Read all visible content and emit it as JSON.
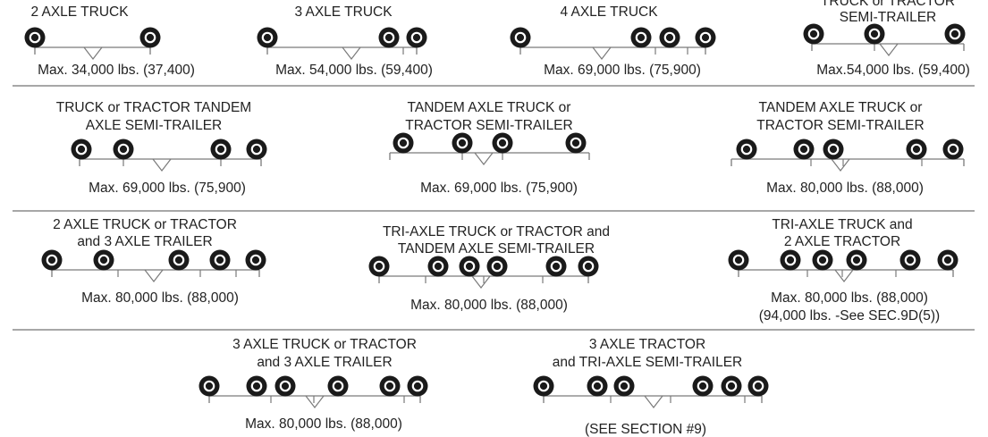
{
  "colors": {
    "ink": "#222222",
    "wheel": "#1a1a1a",
    "rule": "#8a8a8a",
    "bracket": "#7a7a7a"
  },
  "configs": [
    {
      "id": "2-axle-truck",
      "title": [
        "2 AXLE TRUCK"
      ],
      "caption": [
        "Max. 34,000 lbs. (37,400)"
      ]
    },
    {
      "id": "3-axle-truck",
      "title": [
        "3 AXLE TRUCK"
      ],
      "caption": [
        "Max. 54,000 lbs. (59,400)"
      ]
    },
    {
      "id": "4-axle-truck",
      "title": [
        "4 AXLE TRUCK"
      ],
      "caption": [
        "Max. 69,000 lbs. (75,900)"
      ]
    },
    {
      "id": "truck-or-tractor-semi-trailer",
      "title": [
        "TRUCK or TRACTOR",
        "SEMI-TRAILER"
      ],
      "caption": [
        "Max.54,000 lbs. (59,400)"
      ]
    },
    {
      "id": "truck-or-tractor-tandem-semi-trailer",
      "title": [
        "TRUCK or TRACTOR TANDEM",
        "AXLE SEMI-TRAILER"
      ],
      "caption": [
        "Max. 69,000 lbs. (75,900)"
      ]
    },
    {
      "id": "tandem-axle-truck-or-tractor-semi-trailer",
      "title": [
        "TANDEM AXLE TRUCK or",
        "TRACTOR SEMI-TRAILER"
      ],
      "caption": [
        "Max. 69,000 lbs. (75,900)"
      ]
    },
    {
      "id": "tandem-axle-truck-or-tractor-semi-trailer-2",
      "title": [
        "TANDEM AXLE TRUCK or",
        "TRACTOR SEMI-TRAILER"
      ],
      "caption": [
        "Max. 80,000 lbs. (88,000)"
      ]
    },
    {
      "id": "2-axle-truck-or-tractor-3-axle-trailer",
      "title": [
        "2 AXLE TRUCK or TRACTOR",
        "and 3 AXLE TRAILER"
      ],
      "caption": [
        "Max. 80,000 lbs. (88,000)"
      ]
    },
    {
      "id": "tri-axle-truck-or-tractor-tandem-semi-trailer",
      "title": [
        "TRI-AXLE TRUCK or TRACTOR and",
        "TANDEM AXLE SEMI-TRAILER"
      ],
      "caption": [
        "Max. 80,000 lbs. (88,000)"
      ]
    },
    {
      "id": "tri-axle-truck-and-2-axle-tractor",
      "title": [
        "TRI-AXLE TRUCK and",
        "2 AXLE TRACTOR"
      ],
      "caption": [
        "Max. 80,000 lbs. (88,000)",
        "(94,000 lbs. -See SEC.9D(5))"
      ]
    },
    {
      "id": "3-axle-truck-or-tractor-3-axle-trailer",
      "title": [
        "3 AXLE TRUCK or TRACTOR",
        "and 3 AXLE TRAILER"
      ],
      "caption": [
        "Max. 80,000 lbs. (88,000)"
      ]
    },
    {
      "id": "3-axle-tractor-tri-axle-semi-trailer",
      "title": [
        "3 AXLE TRACTOR",
        "and TRI-AXLE SEMI-TRAILER"
      ],
      "caption": [
        "(SEE SECTION #9)"
      ]
    }
  ]
}
